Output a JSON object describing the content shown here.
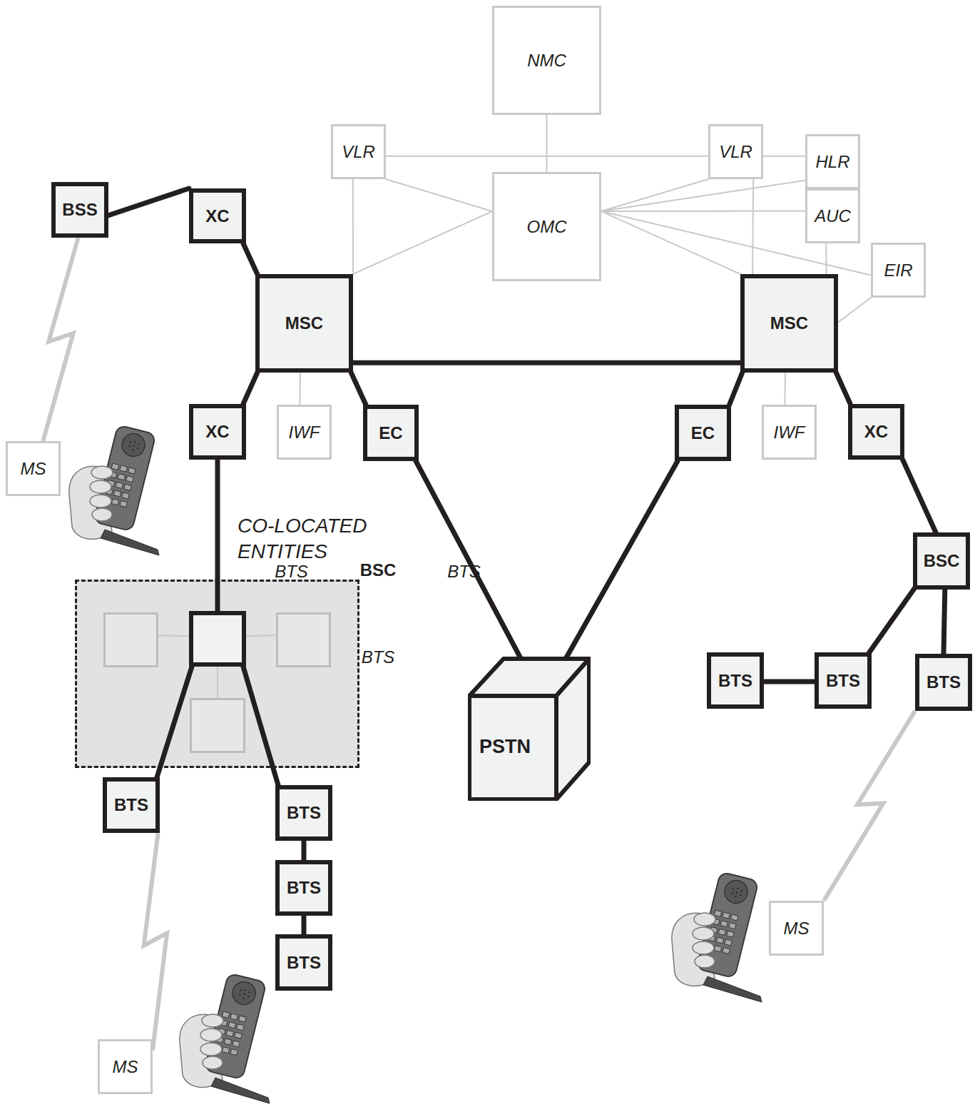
{
  "diagram": {
    "nodes": [
      {
        "text": [
          "NMC"
        ]
      },
      {
        "text": [
          "VLR"
        ]
      },
      {
        "text": [
          "VLR"
        ]
      },
      {
        "text": [
          "HLR"
        ]
      },
      {
        "text": [
          "BSS"
        ]
      },
      {
        "text": [
          "XC"
        ]
      },
      {
        "text": [
          "OMC"
        ]
      },
      {
        "text": [
          "AUC"
        ]
      },
      {
        "text": [
          "EIR"
        ]
      },
      {
        "text": [
          "MSC"
        ]
      },
      {
        "text": [
          "MSC"
        ]
      },
      {
        "text": [
          "XC"
        ]
      },
      {
        "text": [
          "IWF"
        ]
      },
      {
        "text": [
          "EC"
        ]
      },
      {
        "text": [
          "EC"
        ]
      },
      {
        "text": [
          "IWF"
        ]
      },
      {
        "text": [
          "XC"
        ]
      },
      {
        "text": [
          "MS"
        ]
      },
      {
        "text": [
          "BSC"
        ]
      },
      {
        "text": [
          "CO-LOCATED ENTITIES"
        ]
      },
      {
        "text": [
          "BTS"
        ],
        "in": 19
      },
      {
        "text": [
          "BSC"
        ],
        "in": 19
      },
      {
        "text": [
          "BTS"
        ],
        "in": 19
      },
      {
        "text": [
          "BTS"
        ],
        "in": 19
      },
      {
        "text": [
          "BTS"
        ]
      },
      {
        "text": [
          "BTS"
        ]
      },
      {
        "text": [
          "BTS"
        ]
      },
      {
        "text": [
          "PSTN"
        ]
      },
      {
        "text": [
          "BTS"
        ]
      },
      {
        "text": [
          "BTS"
        ]
      },
      {
        "text": [
          "BTS"
        ]
      },
      {
        "text": [
          "MS"
        ]
      },
      {
        "text": [
          "BTS"
        ]
      },
      {
        "text": [
          "MS"
        ]
      }
    ],
    "edges": [
      {
        "from": 4,
        "to": 5,
        "arrow": "none"
      },
      {
        "from": 5,
        "to": 9,
        "arrow": "none"
      },
      {
        "from": 9,
        "to": 11,
        "arrow": "none"
      },
      {
        "from": 11,
        "to": 21,
        "arrow": "none"
      },
      {
        "from": 9,
        "to": 13,
        "arrow": "none"
      },
      {
        "from": 13,
        "to": 27,
        "arrow": "none"
      },
      {
        "from": 9,
        "to": 10,
        "arrow": "none"
      },
      {
        "from": 10,
        "to": 14,
        "arrow": "none"
      },
      {
        "from": 14,
        "to": 27,
        "arrow": "none"
      },
      {
        "from": 10,
        "to": 16,
        "arrow": "none"
      },
      {
        "from": 16,
        "to": 18,
        "arrow": "none"
      },
      {
        "from": 18,
        "to": 25,
        "arrow": "none"
      },
      {
        "from": 18,
        "to": 26,
        "arrow": "none"
      },
      {
        "from": 24,
        "to": 25,
        "arrow": "none"
      },
      {
        "from": 21,
        "to": 28,
        "arrow": "none"
      },
      {
        "from": 21,
        "to": 29,
        "arrow": "none"
      },
      {
        "from": 29,
        "to": 30,
        "arrow": "none"
      },
      {
        "from": 30,
        "to": 32,
        "arrow": "none"
      },
      {
        "from": 21,
        "to": 20,
        "arrow": "none"
      },
      {
        "from": 21,
        "to": 22,
        "arrow": "none"
      },
      {
        "from": 21,
        "to": 23,
        "arrow": "none"
      },
      {
        "from": 9,
        "to": 12,
        "arrow": "none"
      },
      {
        "from": 10,
        "to": 15,
        "arrow": "none"
      },
      {
        "from": 0,
        "to": 6,
        "arrow": "none"
      },
      {
        "from": 1,
        "to": 2,
        "arrow": "none"
      },
      {
        "from": 2,
        "to": 3,
        "arrow": "none"
      },
      {
        "from": 1,
        "to": 9,
        "arrow": "none"
      },
      {
        "from": 6,
        "to": 1,
        "arrow": "none"
      },
      {
        "from": 6,
        "to": 9,
        "arrow": "none"
      },
      {
        "from": 6,
        "to": 2,
        "arrow": "none"
      },
      {
        "from": 6,
        "to": 3,
        "arrow": "none"
      },
      {
        "from": 6,
        "to": 7,
        "arrow": "none"
      },
      {
        "from": 6,
        "to": 8,
        "arrow": "none"
      },
      {
        "from": 6,
        "to": 10,
        "arrow": "none"
      },
      {
        "from": 2,
        "to": 10,
        "arrow": "none"
      },
      {
        "from": 7,
        "to": 10,
        "arrow": "none"
      },
      {
        "from": 8,
        "to": 10,
        "arrow": "none"
      },
      {
        "from": 4,
        "to": 17,
        "arrow": "none"
      },
      {
        "from": 28,
        "to": 33,
        "arrow": "none"
      },
      {
        "from": 26,
        "to": 31,
        "arrow": "none"
      }
    ]
  }
}
